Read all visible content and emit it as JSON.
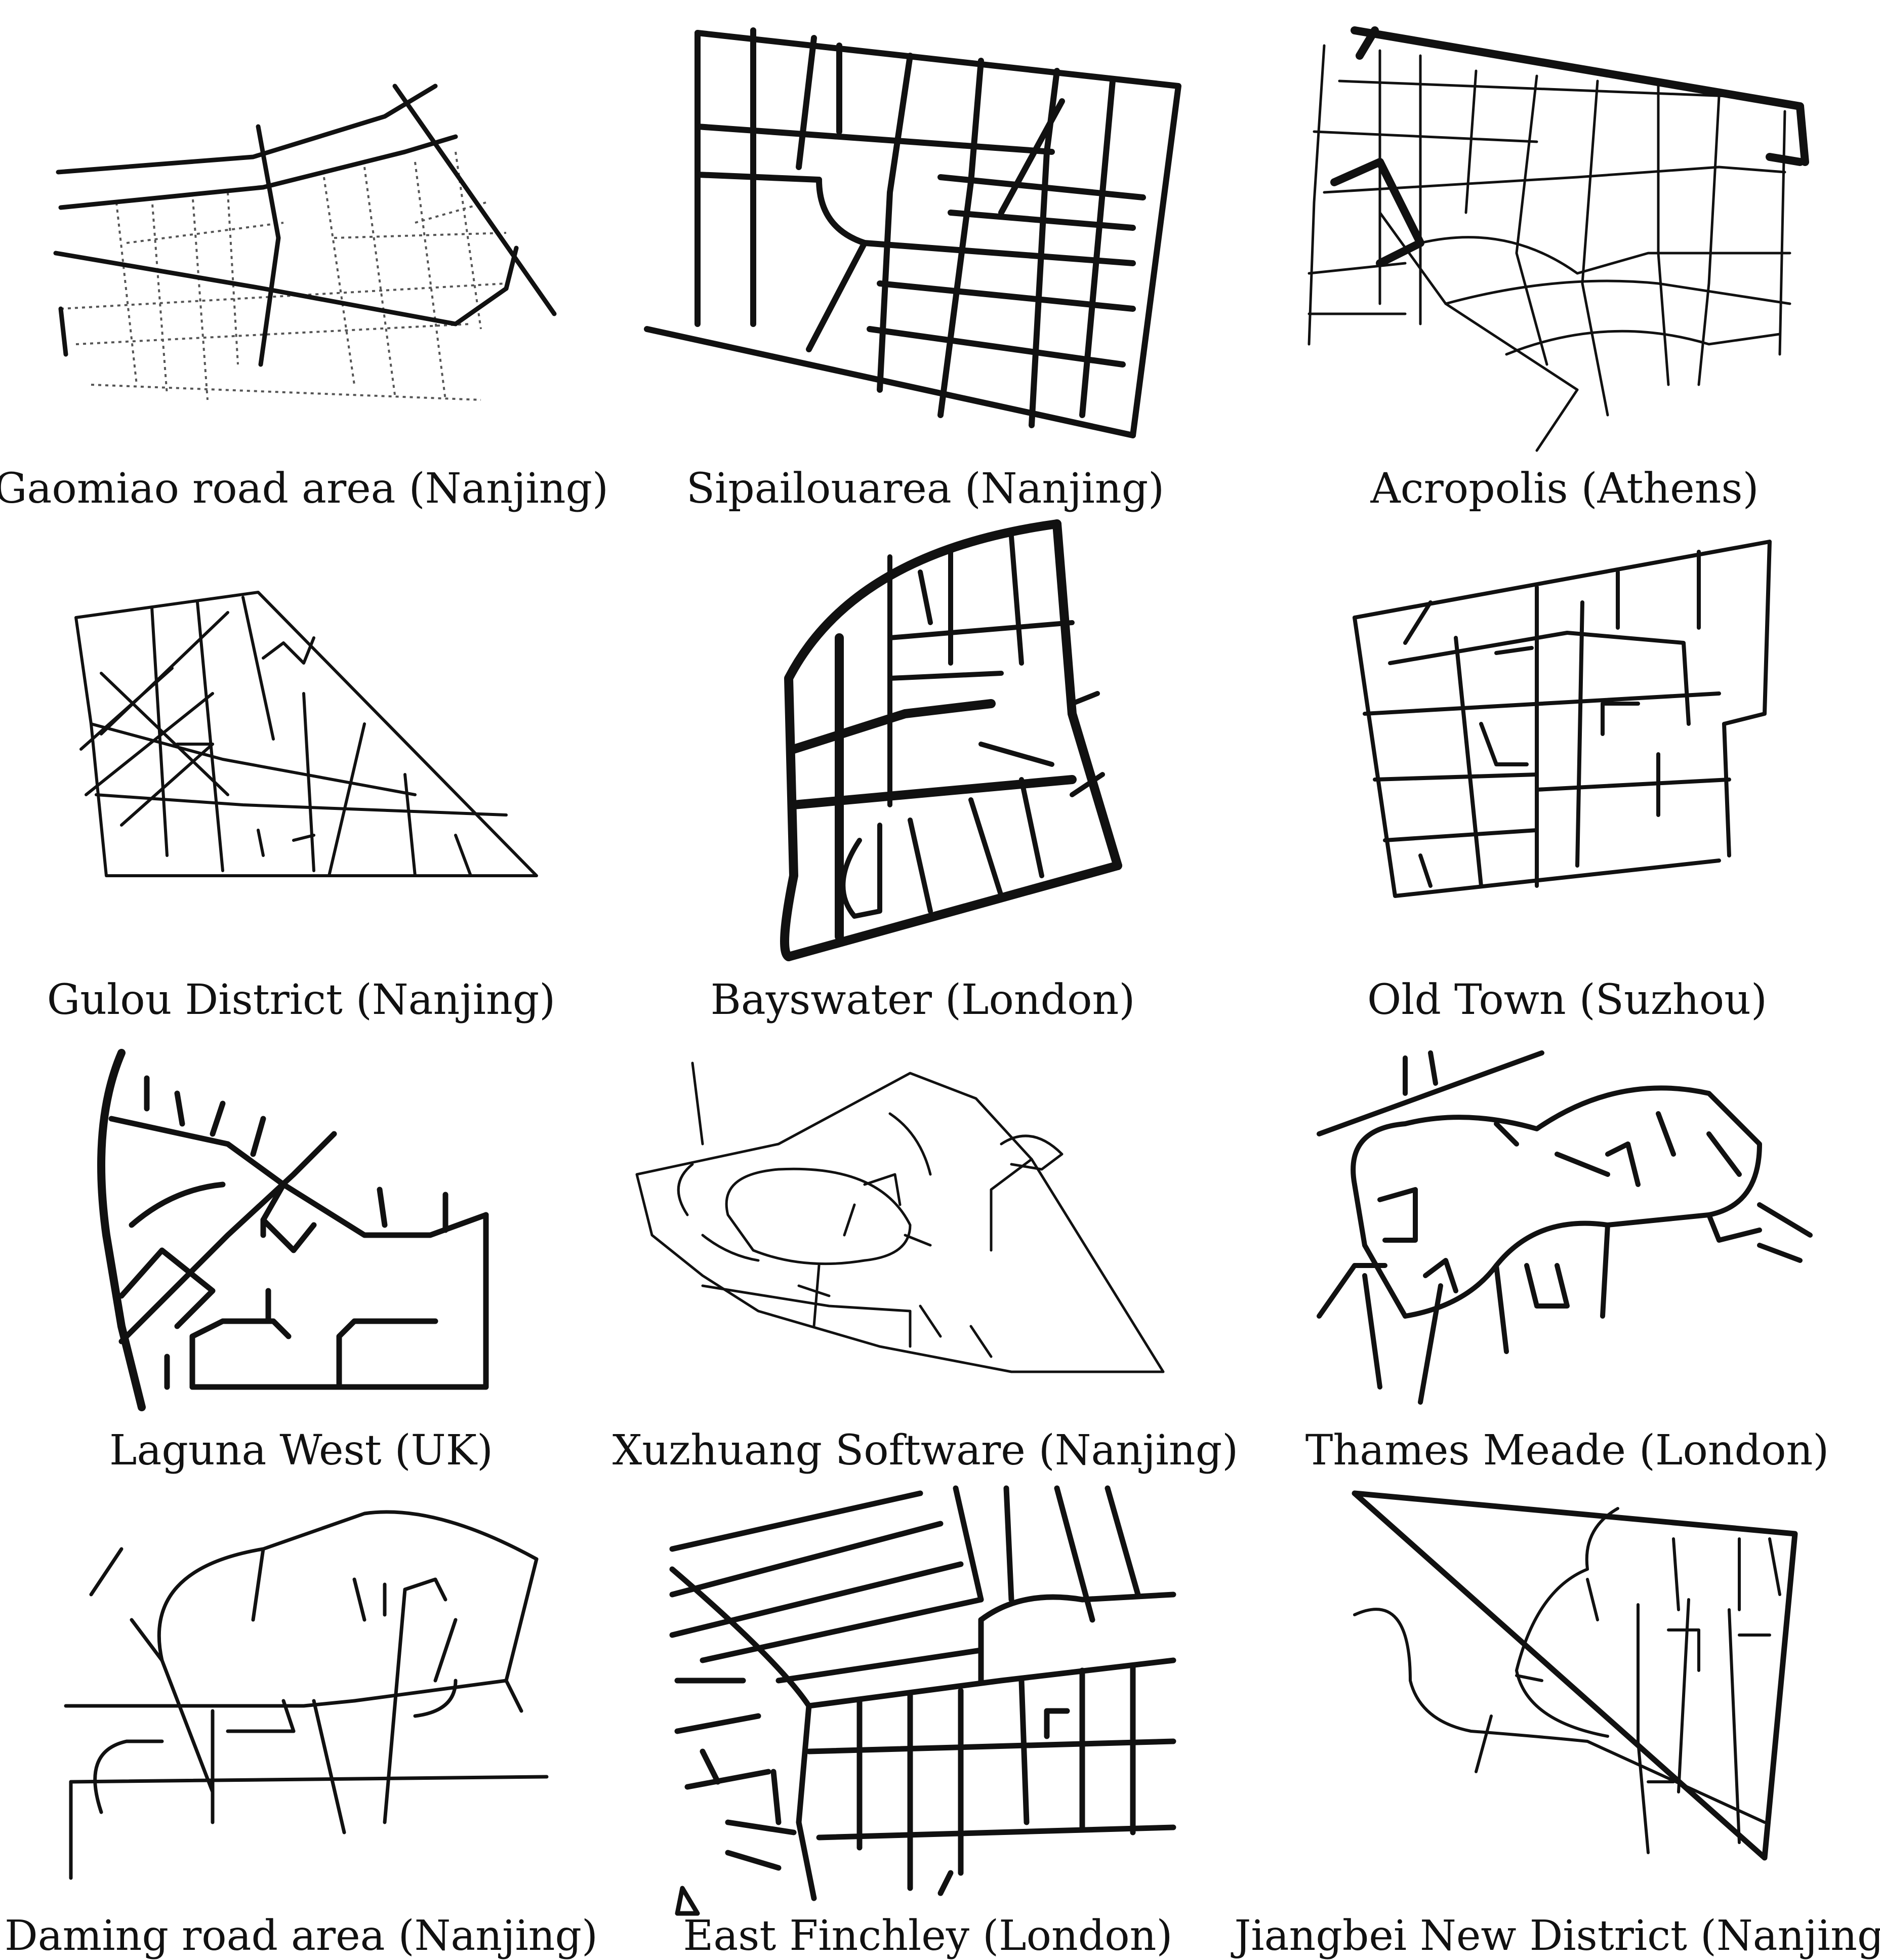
{
  "figure": {
    "panels": [
      {
        "caption": "Gaomiao road area (Nanjing)"
      },
      {
        "caption": "Sipailouarea (Nanjing)"
      },
      {
        "caption": "Acropolis (Athens)"
      },
      {
        "caption": "Gulou District (Nanjing)"
      },
      {
        "caption": "Bayswater (London)"
      },
      {
        "caption": "Old Town (Suzhou)"
      },
      {
        "caption": "Laguna West (UK)"
      },
      {
        "caption": "Xuzhuang Software (Nanjing)"
      },
      {
        "caption": "Thames Meade (London)"
      },
      {
        "caption": "Daming road area (Nanjing)"
      },
      {
        "caption": "East Finchley (London)"
      },
      {
        "caption": "Jiangbei New District (Nanjing)"
      }
    ]
  }
}
